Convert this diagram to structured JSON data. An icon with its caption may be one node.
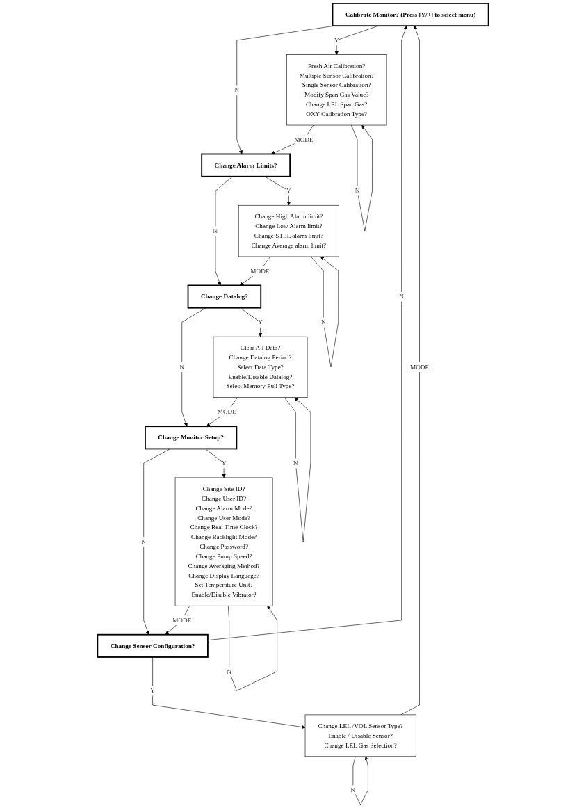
{
  "diagram": {
    "nodes": [
      {
        "text": [
          "Calibrate Monitor? (Press [Y/+] to select menu)"
        ]
      },
      {
        "text": [
          "Fresh Air Calibration?",
          "Multiple Sensor Calibration?",
          "Single Sensor Calibration?",
          "Modify Span Gas Value?",
          "Change LEL Span Gas?",
          "OXY Calibration Type?"
        ]
      },
      {
        "text": [
          "Change Alarm Limits?"
        ]
      },
      {
        "text": [
          "Change High Alarm limit?",
          "Change Low Alarm limit?",
          "Change STEL alarm limit?",
          "Change Average alarm limit?"
        ]
      },
      {
        "text": [
          "Change Datalog?"
        ]
      },
      {
        "text": [
          "Clear All Data?",
          "Change Datalog Period?",
          "Select Data Type?",
          "Enable/Disable Datalog?",
          "Select Memory Full Type?"
        ]
      },
      {
        "text": [
          "Change Monitor Setup?"
        ]
      },
      {
        "text": [
          "Change Site ID?",
          "Change User ID?",
          "Change Alarm Mode?",
          "Change User Mode?",
          "Change Real Time Clock?",
          "Change Backlight Mode?",
          "Change Password?",
          "Change Pump Speed?",
          "Change Averaging Method?",
          "Change Display Language?",
          "Set Temperature Unit?",
          "Enable/Disable Vibrator?"
        ]
      },
      {
        "text": [
          "Change Sensor Configuration?"
        ]
      },
      {
        "text": [
          "Change LEL /VOL Sensor Type?",
          "Enable / Disable Sensor?",
          "Change LEL Gas Selection?"
        ]
      }
    ],
    "edges": [
      {
        "from": 0,
        "to": 2,
        "arrow": "to",
        "label": "N"
      },
      {
        "from": 0,
        "to": 1,
        "arrow": "to",
        "label": "Y"
      },
      {
        "from": 1,
        "to": 2,
        "arrow": "to",
        "label": "MODE"
      },
      {
        "from": 2,
        "to": 4,
        "arrow": "to",
        "label": "N"
      },
      {
        "from": 2,
        "to": 3,
        "arrow": "to",
        "label": "Y"
      },
      {
        "from": 3,
        "to": 4,
        "arrow": "to",
        "label": "MODE"
      },
      {
        "from": 4,
        "to": 6,
        "arrow": "to",
        "label": "N"
      },
      {
        "from": 4,
        "to": 5,
        "arrow": "to",
        "label": "Y"
      },
      {
        "from": 5,
        "to": 6,
        "arrow": "to",
        "label": "MODE"
      },
      {
        "from": 6,
        "to": 8,
        "arrow": "to",
        "label": "N"
      },
      {
        "from": 6,
        "to": 7,
        "arrow": "to",
        "label": "Y"
      },
      {
        "from": 7,
        "to": 8,
        "arrow": "to",
        "label": "MODE"
      },
      {
        "from": 8,
        "to": 0,
        "arrow": "to",
        "label": "N"
      },
      {
        "from": 8,
        "to": 9,
        "arrow": "to",
        "label": "Y"
      },
      {
        "from": 9,
        "to": 0,
        "arrow": "to",
        "label": "MODE"
      },
      {
        "from": 1,
        "to": 1,
        "arrow": "to",
        "label": "N"
      },
      {
        "from": 3,
        "to": 3,
        "arrow": "to",
        "label": "N"
      },
      {
        "from": 5,
        "to": 5,
        "arrow": "to",
        "label": "N"
      },
      {
        "from": 7,
        "to": 7,
        "arrow": "to",
        "label": "N"
      },
      {
        "from": 9,
        "to": 9,
        "arrow": "to",
        "label": "N"
      }
    ]
  }
}
